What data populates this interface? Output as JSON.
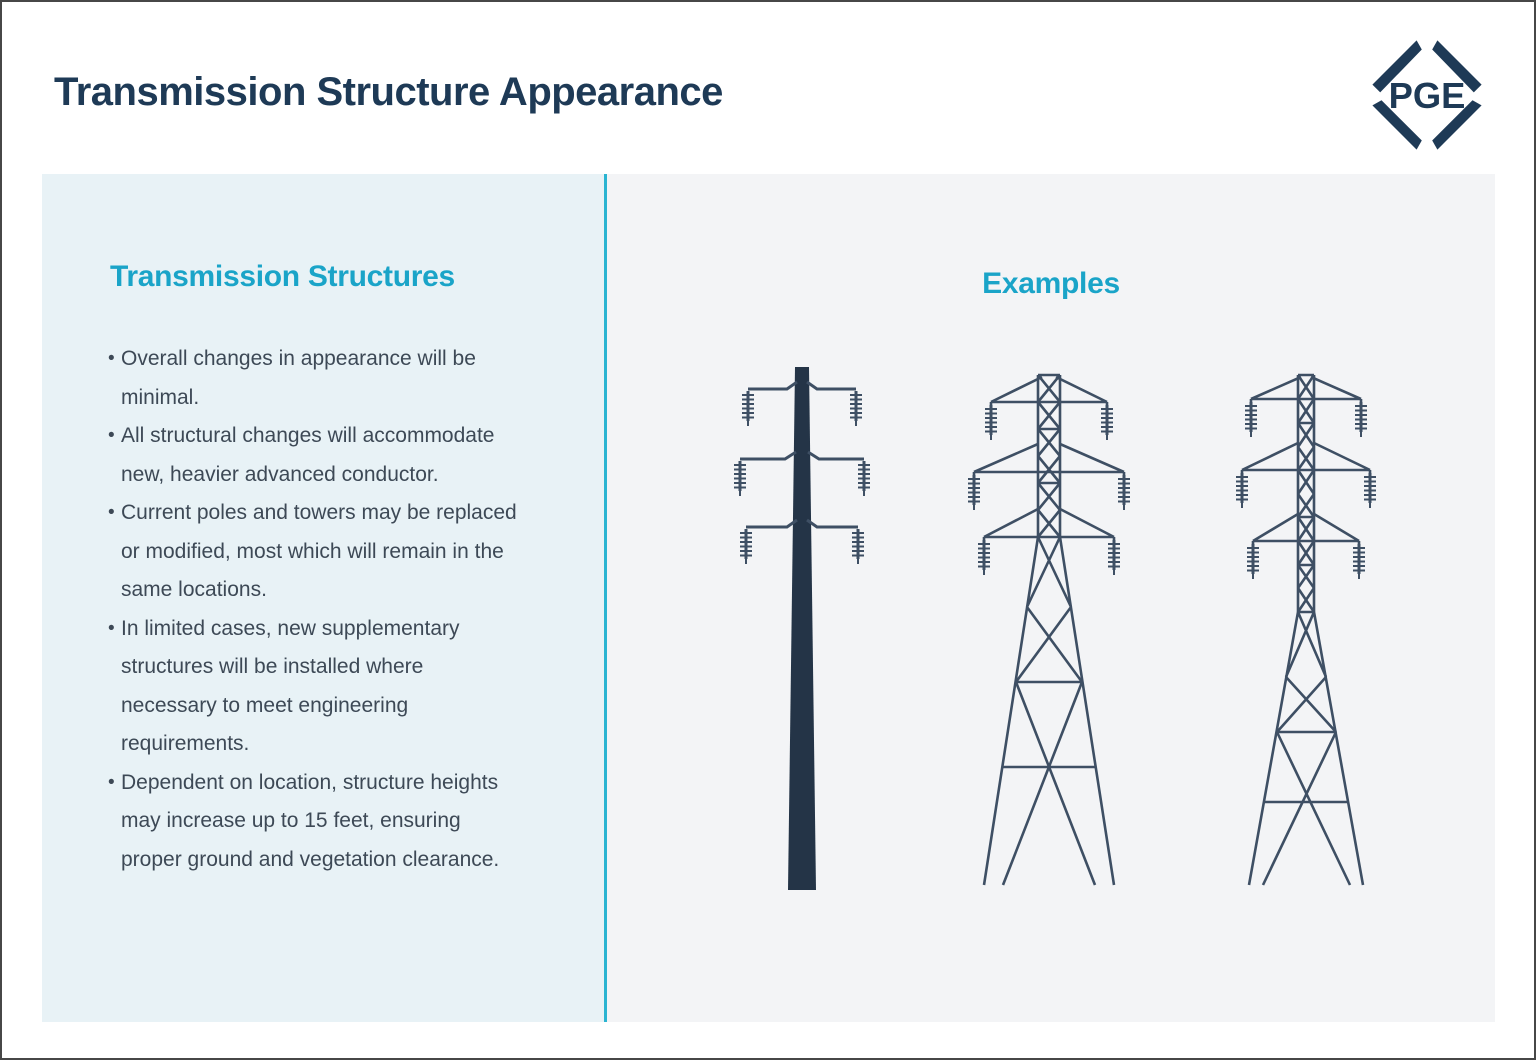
{
  "header": {
    "title": "Transmission Structure Appearance"
  },
  "logo": {
    "text": "PGE"
  },
  "left_panel": {
    "heading": "Transmission Structures",
    "bullets": [
      "Overall changes in appearance will be minimal.",
      "All structural changes will accommodate new, heavier advanced conductor.",
      "Current poles and towers may be replaced or modified, most which will remain in the same locations.",
      "In limited cases, new supplementary structures will be installed where necessary to meet engineering requirements.",
      "Dependent on location, structure heights may increase up to 15 feet, ensuring proper ground and vegetation clearance."
    ]
  },
  "right_panel": {
    "heading": "Examples",
    "illustrations": [
      "steel-monopole-icon",
      "lattice-tower-icon",
      "lattice-tower-dense-icon"
    ]
  },
  "colors": {
    "accent_cyan": "#1aa4c8",
    "divider_cyan": "#2ab4d1",
    "navy": "#1e3a56",
    "body_text": "#3d4956",
    "left_panel_bg": "#e8f2f6",
    "right_panel_bg": "#f3f4f6",
    "tower_line": "#3e4f64",
    "pole_fill": "#243447"
  }
}
